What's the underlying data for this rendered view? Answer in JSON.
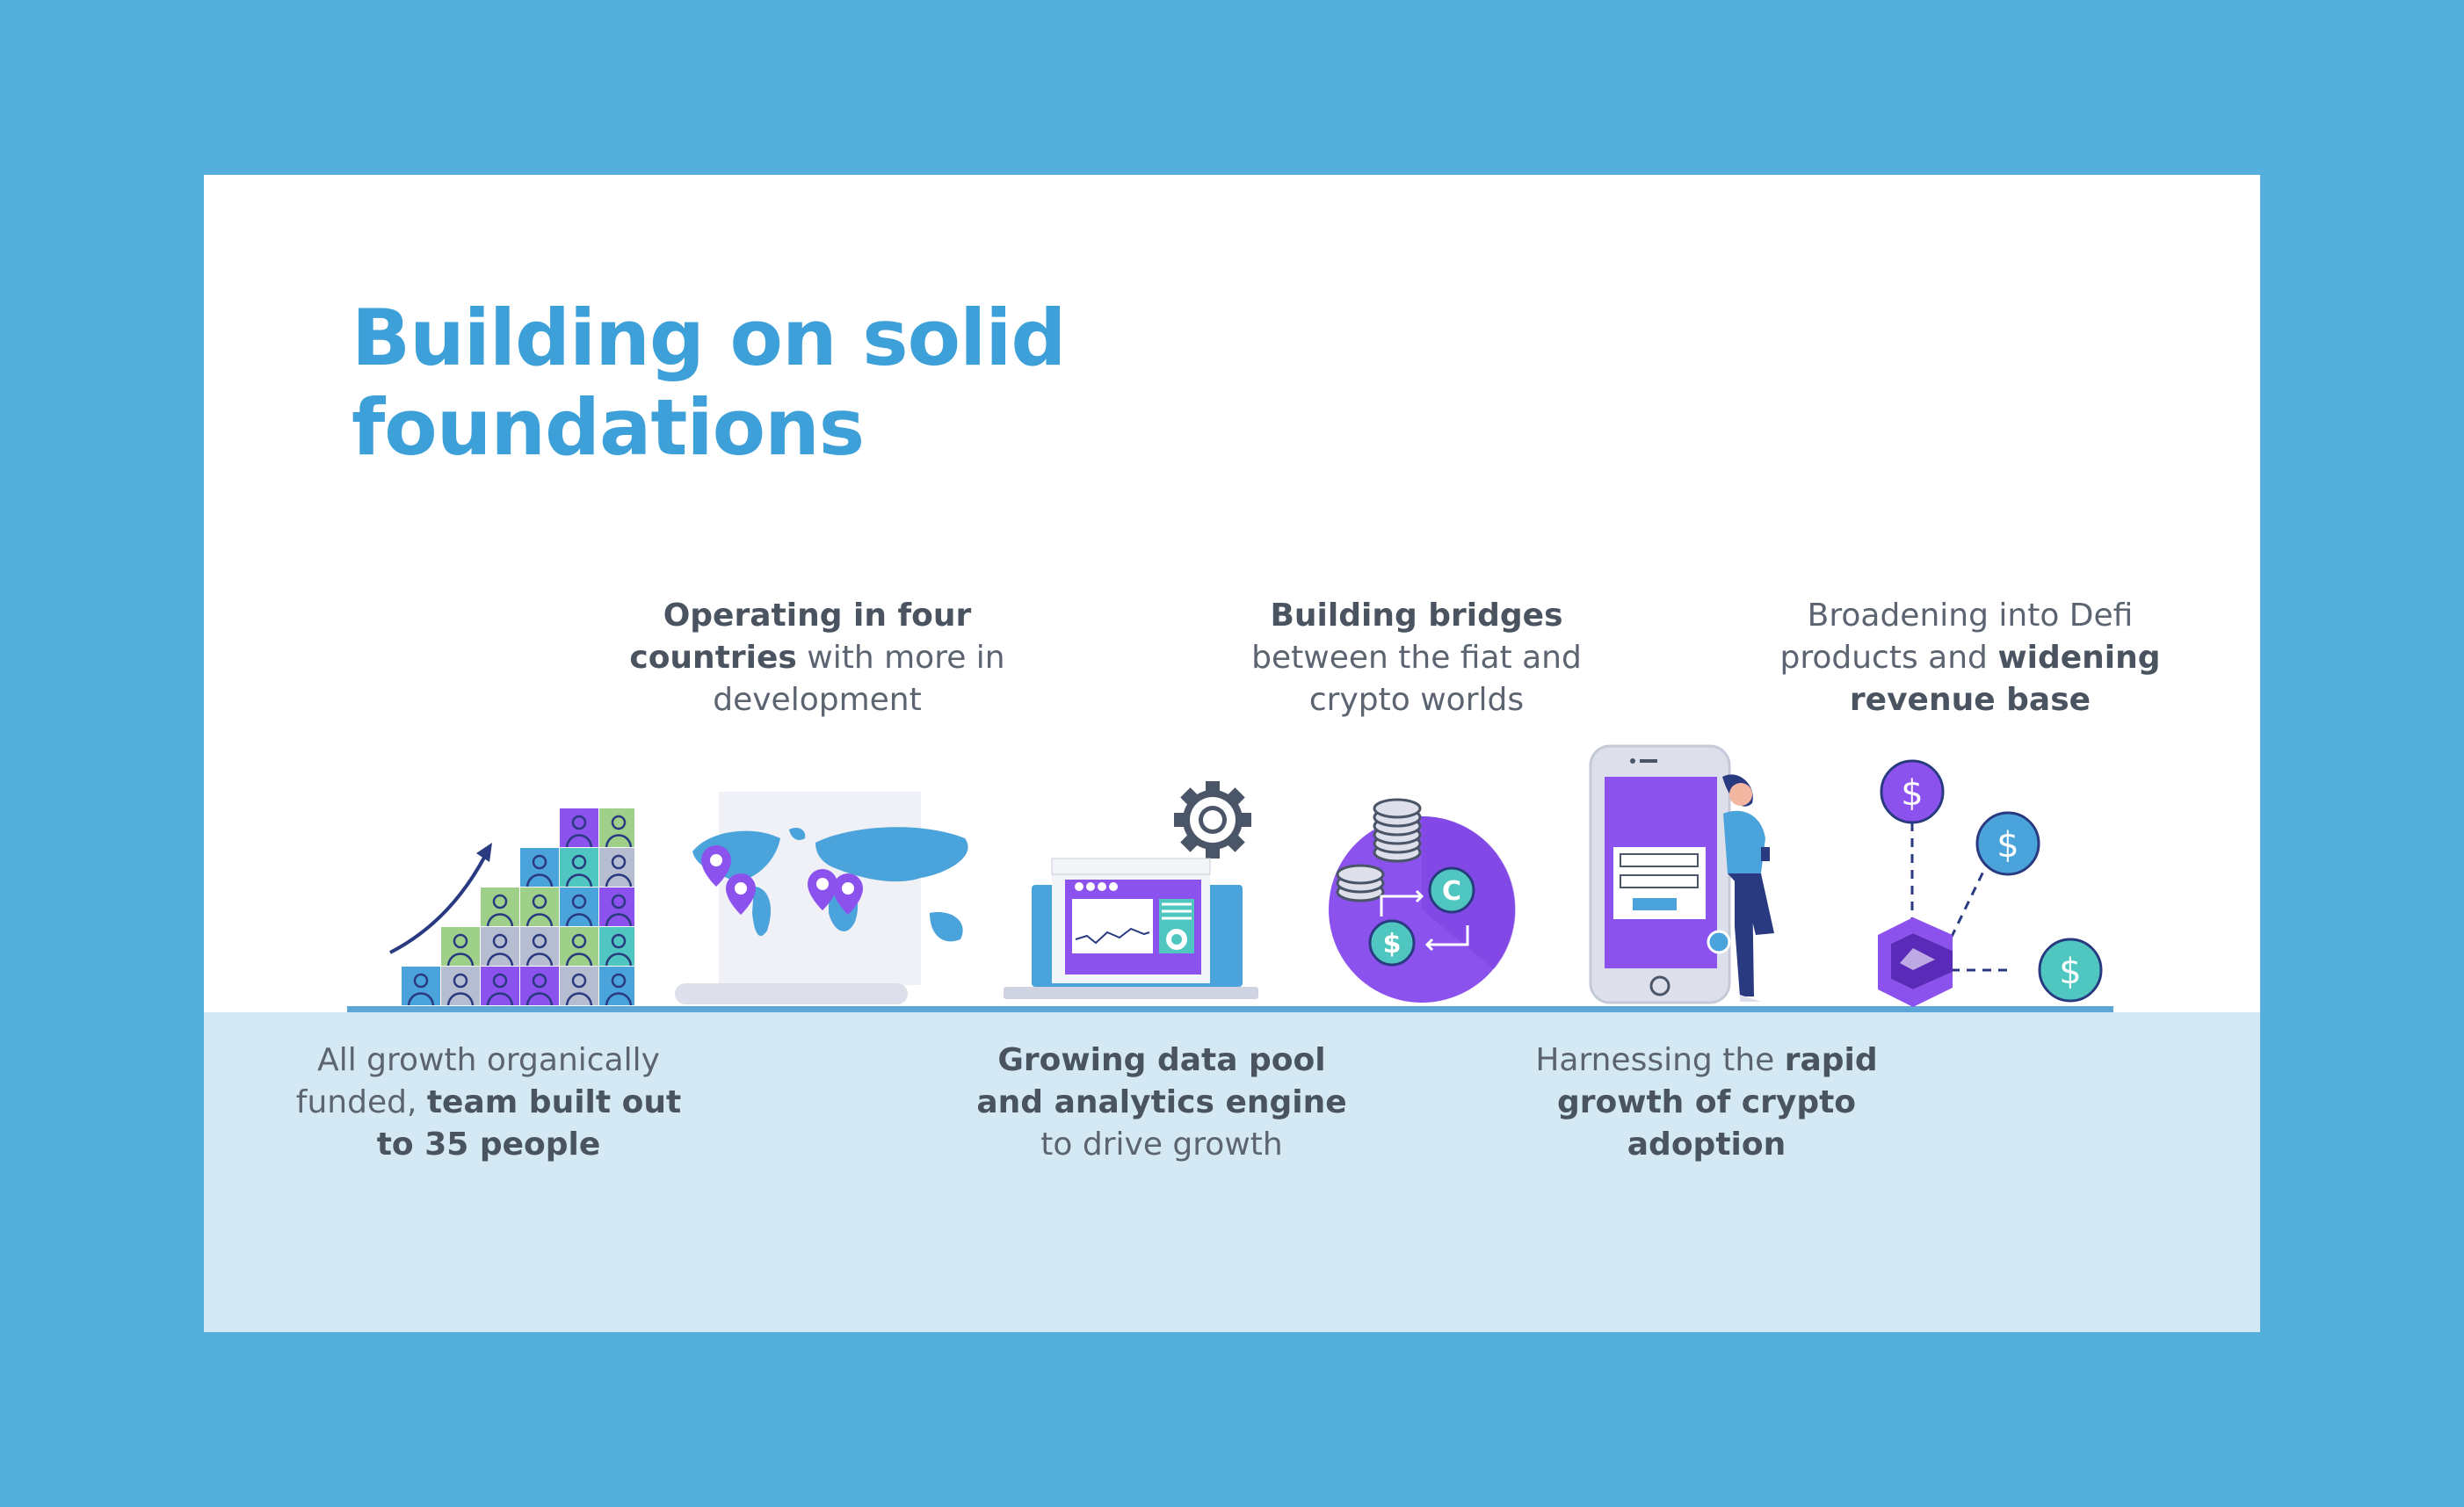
{
  "title": "Building on solid foundations",
  "captions": {
    "team": {
      "pre": "All growth organically funded, ",
      "bold": "team built out to 35 people",
      "post": ""
    },
    "countries": {
      "bold": "Operating in four countries",
      "post": " with more in development"
    },
    "data_pool": {
      "bold": "Growing data pool and analytics engine",
      "post": " to drive growth"
    },
    "bridges": {
      "bold": "Building bridges",
      "post": " between the fiat and crypto worlds"
    },
    "crypto": {
      "pre": "Harnessing the ",
      "bold": "rapid growth of crypto adoption",
      "post": ""
    },
    "defi": {
      "pre": "Broadening into Defi products and ",
      "bold": "widening revenue base",
      "post": ""
    }
  },
  "icons": {
    "team": "team-growth-icon",
    "countries": "world-map-icon",
    "data_pool": "analytics-laptop-icon",
    "bridges": "fiat-crypto-exchange-icon",
    "crypto": "mobile-crypto-icon",
    "defi": "defi-network-icon"
  },
  "icon_text": {
    "dollar": "$",
    "crypto_symbol": "C"
  },
  "colors": {
    "background": "#55afdc",
    "card": "#ffffff",
    "band": "#d5e9f5",
    "title": "#3ea0d8",
    "text": "#5b6470",
    "purple": "#8c52ee",
    "teal": "#4fc7c0",
    "blue": "#4ba3db"
  }
}
